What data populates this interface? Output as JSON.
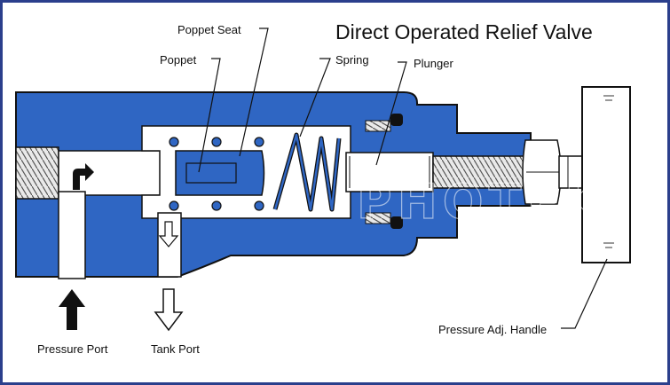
{
  "title": "Direct Operated Relief Valve",
  "labels": {
    "poppet_seat": "Poppet Seat",
    "poppet": "Poppet",
    "spring": "Spring",
    "plunger": "Plunger",
    "pressure_port": "Pressure Port",
    "tank_port": "Tank Port",
    "pressure_adj_handle": "Pressure Adj. Handle"
  },
  "watermark": "PHOTEK",
  "colors": {
    "body_blue": "#2f66c3",
    "outline": "#111111",
    "frame": "#2b3f8c",
    "cavity": "#ffffff"
  }
}
